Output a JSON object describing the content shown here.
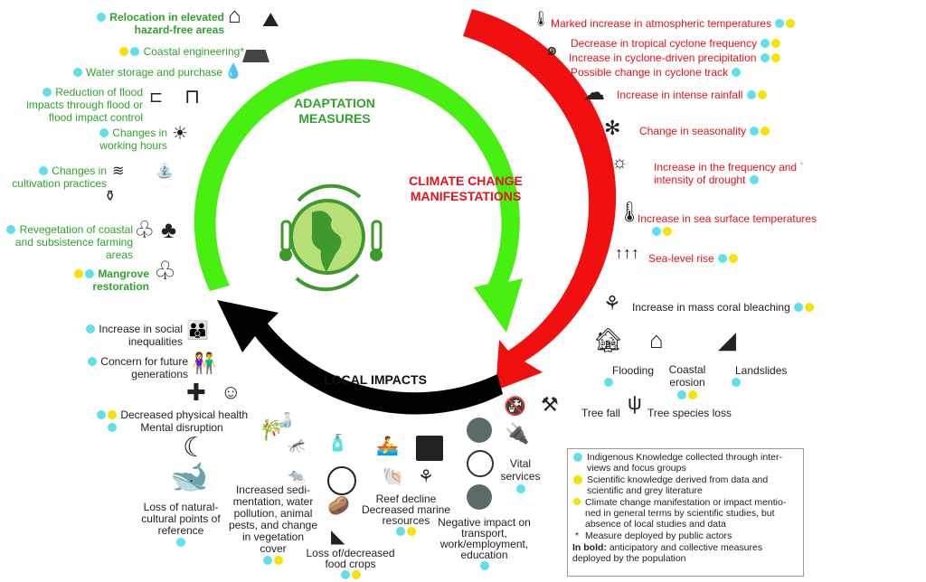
{
  "colors": {
    "adaptation": "#2fa32a",
    "manifestation": "#e5131b",
    "impacts": "#000000",
    "indigenous": "#5fe0ea",
    "scientific": "#f4e400"
  },
  "titles": {
    "adaptation": "ADAPTATION MEASURES",
    "manifestations": "CLIMATE CHANGE MANIFESTATIONS",
    "impacts": "LOCAL IMPACTS"
  },
  "adaptation": [
    {
      "text": "Relocation in elevated hazard-free areas",
      "bold": true,
      "dots": [
        "c"
      ]
    },
    {
      "text": "Coastal engineering*",
      "bold": false,
      "dots": [
        "y",
        "c"
      ]
    },
    {
      "text": "Water storage and purchase",
      "bold": false,
      "dots": [
        "c"
      ]
    },
    {
      "text": "Reduction of flood impacts through flood or flood impact control",
      "bold": false,
      "dots": [
        "c"
      ]
    },
    {
      "text": "Changes in working hours",
      "bold": false,
      "dots": [
        "c"
      ]
    },
    {
      "text": "Changes in cultivation practices",
      "bold": false,
      "dots": [
        "c"
      ]
    },
    {
      "text": "Revegetation of coastal and subsistence farming areas",
      "bold": false,
      "dots": [
        "c"
      ]
    },
    {
      "text": "Mangrove restoration",
      "bold": true,
      "dots": [
        "y",
        "c"
      ]
    }
  ],
  "manifestations": [
    {
      "text": "Marked increase in atmospheric temperatures",
      "dots": [
        "c",
        "y"
      ]
    },
    {
      "text": "Decrease in tropical cyclone frequency",
      "dots": [
        "c",
        "y"
      ]
    },
    {
      "text": "Increase in cyclone-driven precipitation",
      "dots": [
        "c",
        "y"
      ]
    },
    {
      "text": "Possible change in cyclone track",
      "dots": [
        "c"
      ]
    },
    {
      "text": "Increase in intense rainfall",
      "dots": [
        "c",
        "y"
      ]
    },
    {
      "text": "Change in seasonality",
      "dots": [
        "c",
        "y"
      ]
    },
    {
      "text": "Increase in the frequency and ` intensity of drought",
      "dots": [
        "c"
      ]
    },
    {
      "text": "Increase in sea surface temperatures",
      "dots": [
        "c",
        "y"
      ]
    },
    {
      "text": "Sea-level rise",
      "dots": [
        "c",
        "y"
      ]
    },
    {
      "text": "Increase in mass coral bleaching",
      "dots": [
        "c",
        "y"
      ]
    }
  ],
  "impacts": [
    {
      "text": "Flooding",
      "dots": [
        "c"
      ]
    },
    {
      "text": "Coastal erosion",
      "dots": [
        "c",
        "y"
      ]
    },
    {
      "text": "Landslides",
      "dots": [
        "c"
      ]
    },
    {
      "text": "Tree fall",
      "dots": []
    },
    {
      "text": "Tree species loss",
      "dots": []
    },
    {
      "text": "Vital services",
      "dots": [
        "c"
      ]
    },
    {
      "text": "Negative impact on transport, work/employment, education",
      "dots": [
        "c"
      ]
    },
    {
      "text": "Reef decline",
      "dots": []
    },
    {
      "text": "Decreased marine resources",
      "dots": [
        "c",
        "y"
      ]
    },
    {
      "text": "Loss of/decreased food crops",
      "dots": [
        "c",
        "y"
      ]
    },
    {
      "text": "Increased sedi-mentation, water pollution, animal pests, and change in vegetation cover",
      "dots": [
        "c",
        "y"
      ]
    },
    {
      "text": "Loss of natural-cultural points of reference",
      "dots": [
        "c"
      ]
    },
    {
      "text": "Decreased physical health",
      "dots": [
        "c",
        "y"
      ]
    },
    {
      "text": "Mental disruption",
      "dots": [
        "c"
      ]
    },
    {
      "text": "Concern for future generations",
      "dots": [
        "c"
      ]
    },
    {
      "text": "Increase in social inequalities",
      "dots": [
        "c"
      ]
    }
  ],
  "legend": {
    "indigenous": "Indigenous Knowledge collected through inter-views and focus groups",
    "scientific": "Scientific knowledge derived from data and scientific and grey literature",
    "general": "Climate change manifestation or impact mentio-ned in general terms by scientific studies, but absence of local studies and data",
    "asterisk_symbol": "*",
    "asterisk": "Measure deployed by public actors",
    "bold_label": "In bold:",
    "bold_text": "anticipatory and collective measures deployed by the population"
  }
}
